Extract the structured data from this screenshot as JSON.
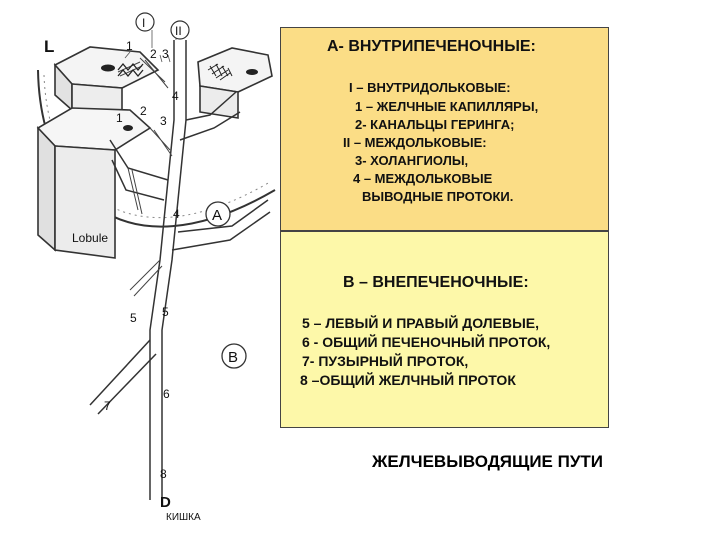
{
  "box_a": {
    "title": "А- ВНУТРИПЕЧЕНОЧНЫЕ:",
    "lines": [
      "I – ВНУТРИДОЛЬКОВЫЕ:",
      "1 – ЖЕЛЧНЫЕ КАПИЛЛЯРЫ,",
      "2- КАНАЛЬЦЫ ГЕРИНГА;",
      "II – МЕЖДОЛЬКОВЫЕ:",
      "3- ХОЛАНГИОЛЫ,",
      "4 – МЕЖДОЛЬКОВЫЕ",
      "ВЫВОДНЫЕ ПРОТОКИ."
    ]
  },
  "box_b": {
    "title": "В – ВНЕПЕЧЕНОЧНЫЕ:",
    "lines": [
      "5 – ЛЕВЫЙ И ПРАВЫЙ ДОЛЕВЫЕ,",
      "6 - ОБЩИЙ ПЕЧЕНОЧНЫЙ ПРОТОК,",
      "7- ПУЗЫРНЫЙ ПРОТОК,",
      "8 –ОБЩИЙ ЖЕЛЧНЫЙ ПРОТОК"
    ]
  },
  "caption": "ЖЕЛЧЕВЫВОДЯЩИЕ ПУТИ",
  "diagram": {
    "label_L": "L",
    "label_roman_1": "I",
    "label_roman_2": "II",
    "label_A": "A",
    "label_B": "B",
    "label_D": "D",
    "label_lobule": "Lobule",
    "label_kishka": "КИШКА",
    "num_1a": "1",
    "num_2": "2",
    "num_3a": "3",
    "num_1b": "1",
    "num_2b": "2",
    "num_3b": "3",
    "num_4a": "4",
    "num_4b": "4",
    "num_5a": "5",
    "num_5b": "5",
    "num_6": "6",
    "num_7": "7",
    "num_8": "8"
  }
}
